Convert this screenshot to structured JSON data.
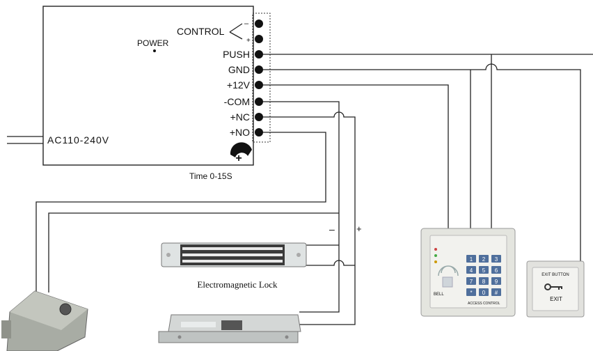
{
  "power_supply": {
    "power_label": "POWER",
    "control_label": "CONTROL",
    "control_minus": "–",
    "control_plus": "+",
    "terminals": [
      "PUSH",
      "GND",
      "+12V",
      "-COM",
      "+NC",
      "+NO"
    ],
    "ac_input_label": "AC110-240V",
    "timer_label": "Time 0-15S",
    "timer_knob_symbol": "+"
  },
  "lock_polarity": {
    "minus": "–",
    "plus": "+"
  },
  "electromagnetic_lock": {
    "label": "Electromagnetic Lock"
  },
  "keypad": {
    "keys": [
      "1",
      "2",
      "3",
      "4",
      "5",
      "6",
      "7",
      "8",
      "9",
      "*",
      "0",
      "#"
    ],
    "bell_label": "BELL",
    "brand_label": "ACCESS CONTROL"
  },
  "exit_button": {
    "top_label": "EXIT BUTTON",
    "label": "EXIT"
  },
  "colors": {
    "line": "#222222",
    "device_gray": "#c9ccc9",
    "key_blue": "#4f6f9c"
  }
}
